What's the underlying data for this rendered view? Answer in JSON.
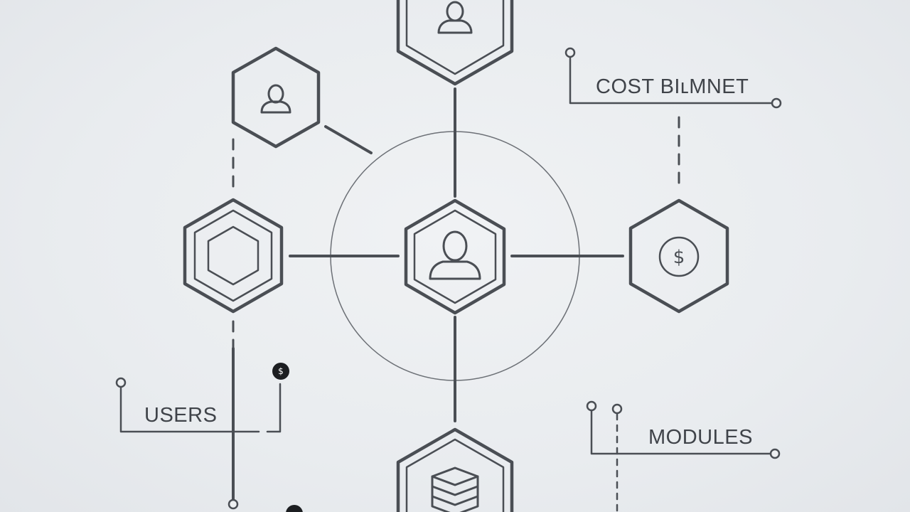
{
  "labels": {
    "users": "USERS",
    "cost_budget": "COST BIʟMNET",
    "modules": "MODULES"
  },
  "icons": {
    "central": "user-icon",
    "top": "user-icon",
    "upper_left": "user-icon",
    "left": "hexagon-icon",
    "right": "dollar-icon",
    "bottom": "database-icon"
  },
  "dollar_glyph": "$",
  "badge_glyph": "$",
  "colors": {
    "stroke": "#4a4e54",
    "background": "#eceef1",
    "badge": "#1c1e21"
  }
}
